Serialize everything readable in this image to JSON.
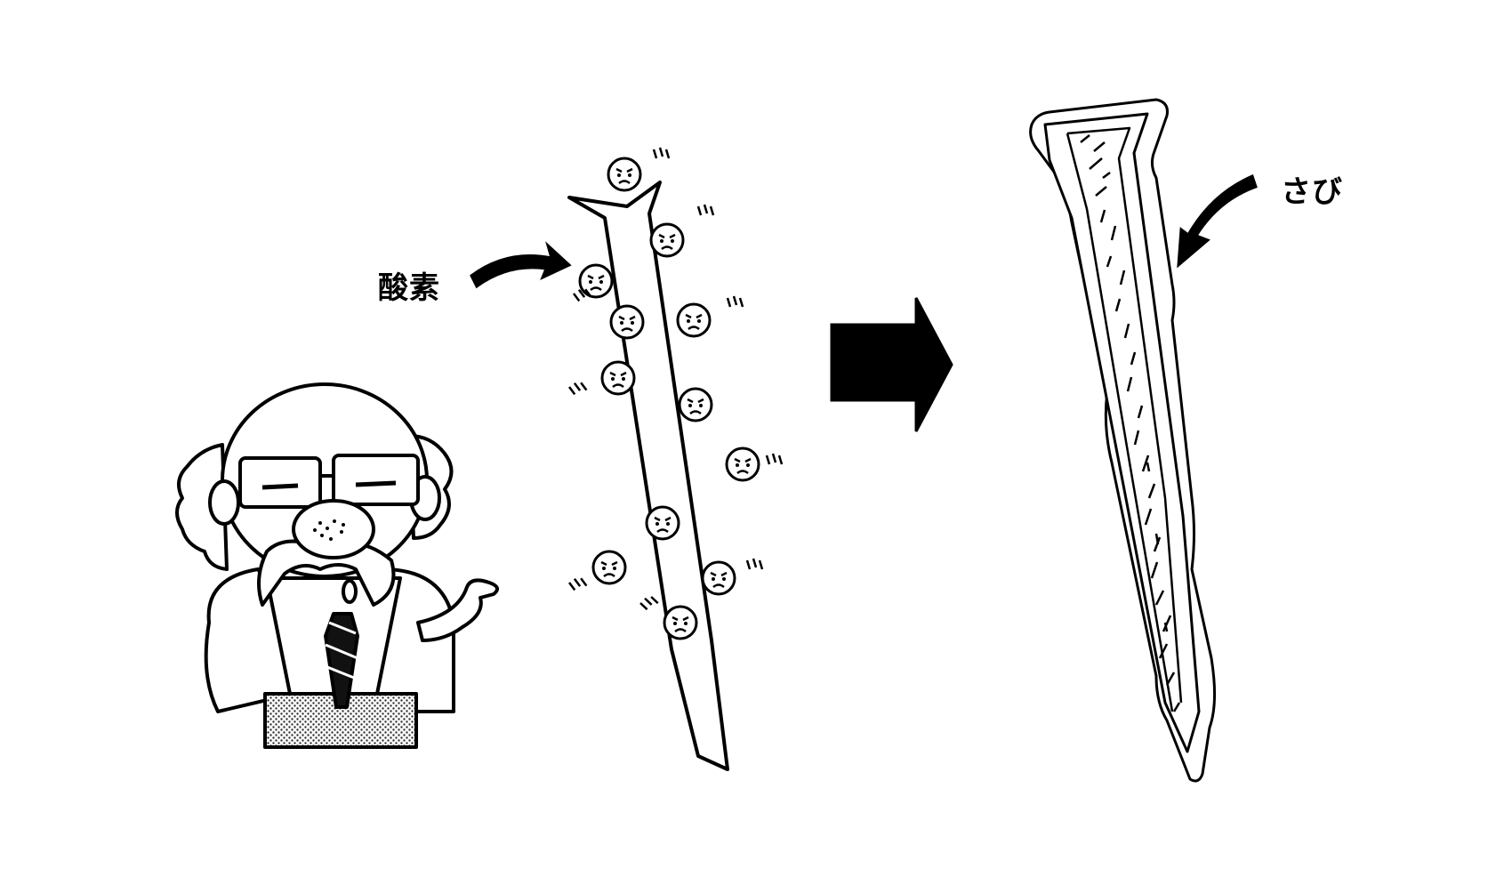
{
  "labels": {
    "oxygen": "酸素",
    "rust": "さび"
  },
  "colors": {
    "ink": "#000000",
    "paper": "#ffffff",
    "screentone": "#555555"
  },
  "icons": [
    "professor-character",
    "oxygen-molecule-face",
    "curved-arrow",
    "block-arrow-right",
    "nail",
    "rusted-nail"
  ]
}
